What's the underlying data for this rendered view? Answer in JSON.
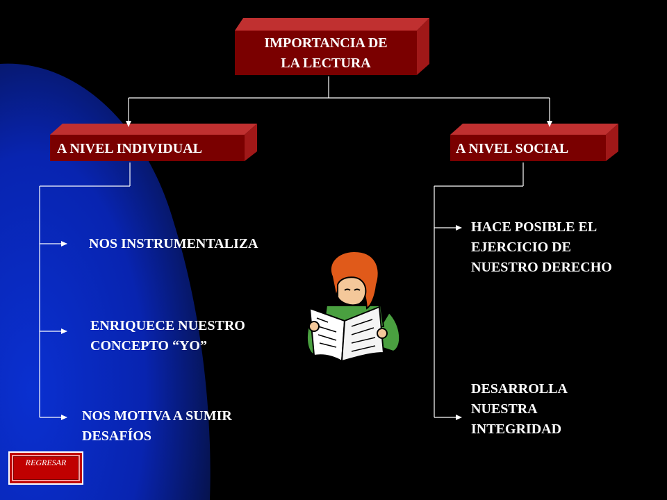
{
  "diagram": {
    "title": "IMPORTANCIA DE\nLA LECTURA",
    "branches": [
      {
        "label": "A NIVEL INDIVIDUAL",
        "items": [
          "NOS INSTRUMENTALIZA",
          "ENRIQUECE NUESTRO\nCONCEPTO “YO”",
          "NOS MOTIVA A SUMIR\nDESAFÍOS"
        ]
      },
      {
        "label": "A NIVEL SOCIAL",
        "items": [
          "HACE POSIBLE EL\nEJERCICIO DE\nNUESTRO DERECHO",
          "DESARROLLA\nNUESTRA\nINTEGRIDAD"
        ]
      }
    ]
  },
  "nav": {
    "back_button": "REGRESAR"
  },
  "colors": {
    "background": "#000000",
    "accent_blue": "#0a2fc8",
    "box_front": "#7a0000",
    "box_top": "#c03030",
    "box_side": "#a01818",
    "text": "#ffffff"
  },
  "icons": {
    "reader": "woman-reading-newspaper-icon"
  }
}
